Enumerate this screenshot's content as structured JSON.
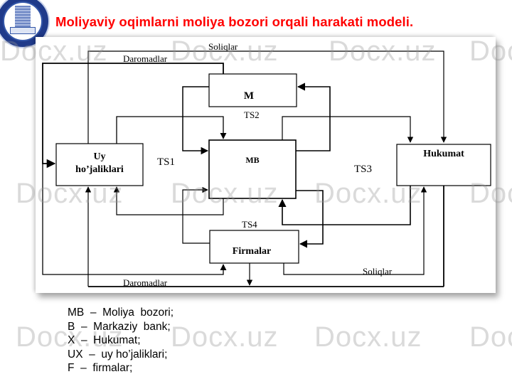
{
  "header": {
    "title": "Moliyaviy oqimlarni moliya bozori orqali harakati modeli.",
    "logo_icon": "university-emblem-icon"
  },
  "diagram": {
    "nodes": {
      "m": "M",
      "mb": "MB",
      "households": [
        "Uy",
        "ho’jaliklari"
      ],
      "government": "Hukumat",
      "firms": "Firmalar"
    },
    "flow_labels": {
      "ts1": "TS1",
      "ts2": "TS2",
      "ts3": "TS3",
      "ts4": "TS4",
      "taxes_top": "Soliqlar",
      "income_top": "Daromadlar",
      "income_bottom": "Daromadlar",
      "taxes_bottom": "Soliqlar"
    }
  },
  "legend": [
    "MB  –  Moliya  bozori;",
    "B  –  Markaziy  bank;",
    "X  –  Hukumat;",
    "UX  –  uy ho’jaliklari;",
    "F  –  firmalar;"
  ],
  "watermark": "Docx.uz"
}
